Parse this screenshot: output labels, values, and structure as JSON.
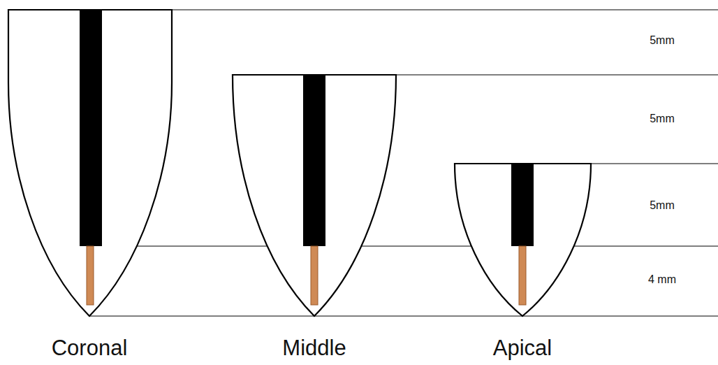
{
  "diagram": {
    "labels": [
      "5mm",
      "5mm",
      "5mm",
      "4 mm",
      "Coronal",
      "Middle",
      "Apical"
    ]
  }
}
